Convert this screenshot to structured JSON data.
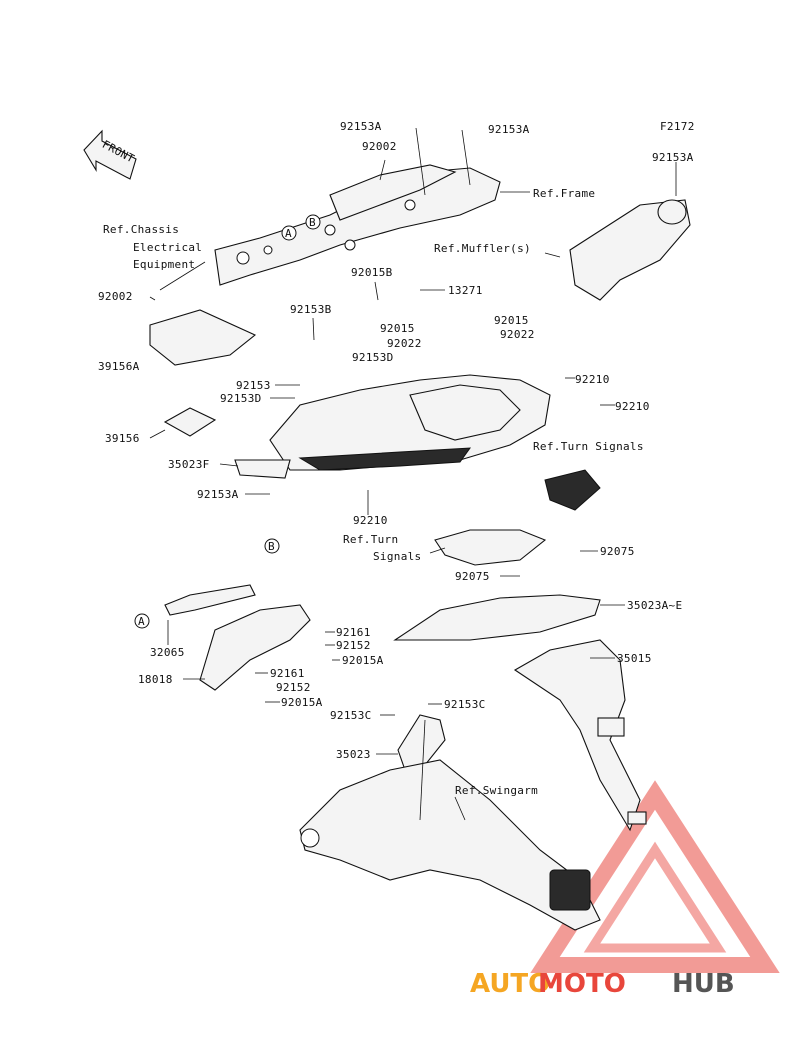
{
  "figure_code": "F2172",
  "front_label": "FRONT",
  "refs": {
    "frame": "Ref.Frame",
    "muffler": "Ref.Muffler(s)",
    "chassis_line1": "Ref.Chassis",
    "chassis_line2": "Electrical",
    "chassis_line3": "Equipment",
    "turn_signals_upper": "Ref.Turn Signals",
    "turn_signals_lower_line1": "Ref.Turn",
    "turn_signals_lower_line2": "Signals",
    "swingarm": "Ref.Swingarm"
  },
  "circle_markers": {
    "a": "A",
    "b": "B"
  },
  "parts": {
    "p92153A_top_left": "92153A",
    "p92153A_top_right": "92153A",
    "p92153A_right": "92153A",
    "p92002_top": "92002",
    "p92002_left": "92002",
    "p92015B": "92015B",
    "p13271": "13271",
    "p92153B": "92153B",
    "p92015_left": "92015",
    "p92015_right": "92015",
    "p92022_left": "92022",
    "p92022_right": "92022",
    "p92153D_mid": "92153D",
    "p39156A": "39156A",
    "p92153": "92153",
    "p92153D_left": "92153D",
    "p92210_a": "92210",
    "p92210_b": "92210",
    "p92210_c": "92210",
    "p39156": "39156",
    "p35023F": "35023F",
    "p92153A_lower": "92153A",
    "p92075_right": "92075",
    "p92075_mid": "92075",
    "p35023A_E": "35023A~E",
    "p35015": "35015",
    "p32065": "32065",
    "p92161_a": "92161",
    "p92152_a": "92152",
    "p92015A_a": "92015A",
    "p18018": "18018",
    "p92161_b": "92161",
    "p92152_b": "92152",
    "p92015A_b": "92015A",
    "p92153C_left": "92153C",
    "p92153C_right": "92153C",
    "p35023": "35023"
  },
  "watermark": {
    "part1": "AUTO",
    "part2": "MOTO",
    "part3": "HUB"
  }
}
